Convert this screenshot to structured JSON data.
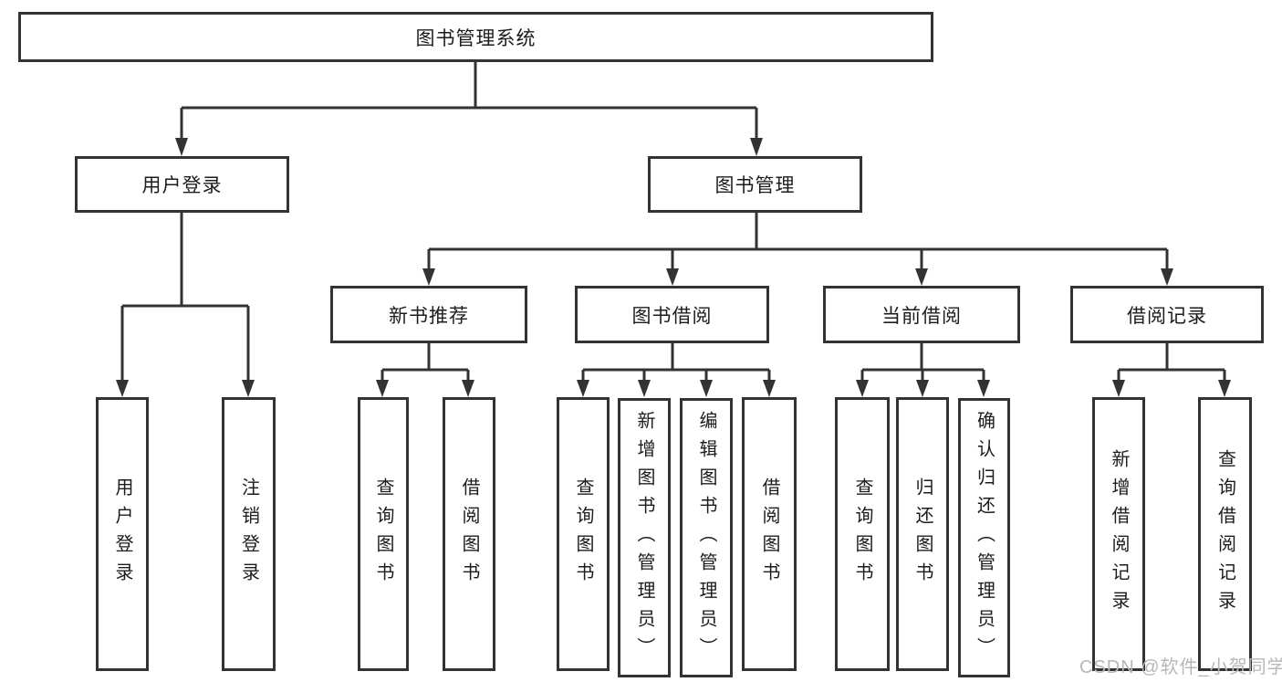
{
  "diagram_type": "hierarchy-diagram",
  "tree": {
    "root": {
      "label": "图书管理系统"
    },
    "branches": [
      {
        "label": "用户登录",
        "leaves": [
          {
            "label": "用户登录"
          },
          {
            "label": "注销登录"
          }
        ]
      },
      {
        "label": "图书管理",
        "groups": [
          {
            "label": "新书推荐",
            "leaves": [
              {
                "label": "查询图书"
              },
              {
                "label": "借阅图书"
              }
            ]
          },
          {
            "label": "图书借阅",
            "leaves": [
              {
                "label": "查询图书"
              },
              {
                "label": "新增图书（管理员）"
              },
              {
                "label": "编辑图书（管理员）"
              },
              {
                "label": "借阅图书"
              }
            ]
          },
          {
            "label": "当前借阅",
            "leaves": [
              {
                "label": "查询图书"
              },
              {
                "label": "归还图书"
              },
              {
                "label": "确认归还（管理员）"
              }
            ]
          },
          {
            "label": "借阅记录",
            "leaves": [
              {
                "label": "新增借阅记录"
              },
              {
                "label": "查询借阅记录"
              }
            ]
          }
        ]
      }
    ]
  },
  "watermark": "CSDN @软件_小贺同学",
  "colors": {
    "line": "#333333",
    "box_border": "#333333",
    "text": "#1c1c1c",
    "watermark": "#b9b6b6",
    "background": "#ffffff"
  }
}
